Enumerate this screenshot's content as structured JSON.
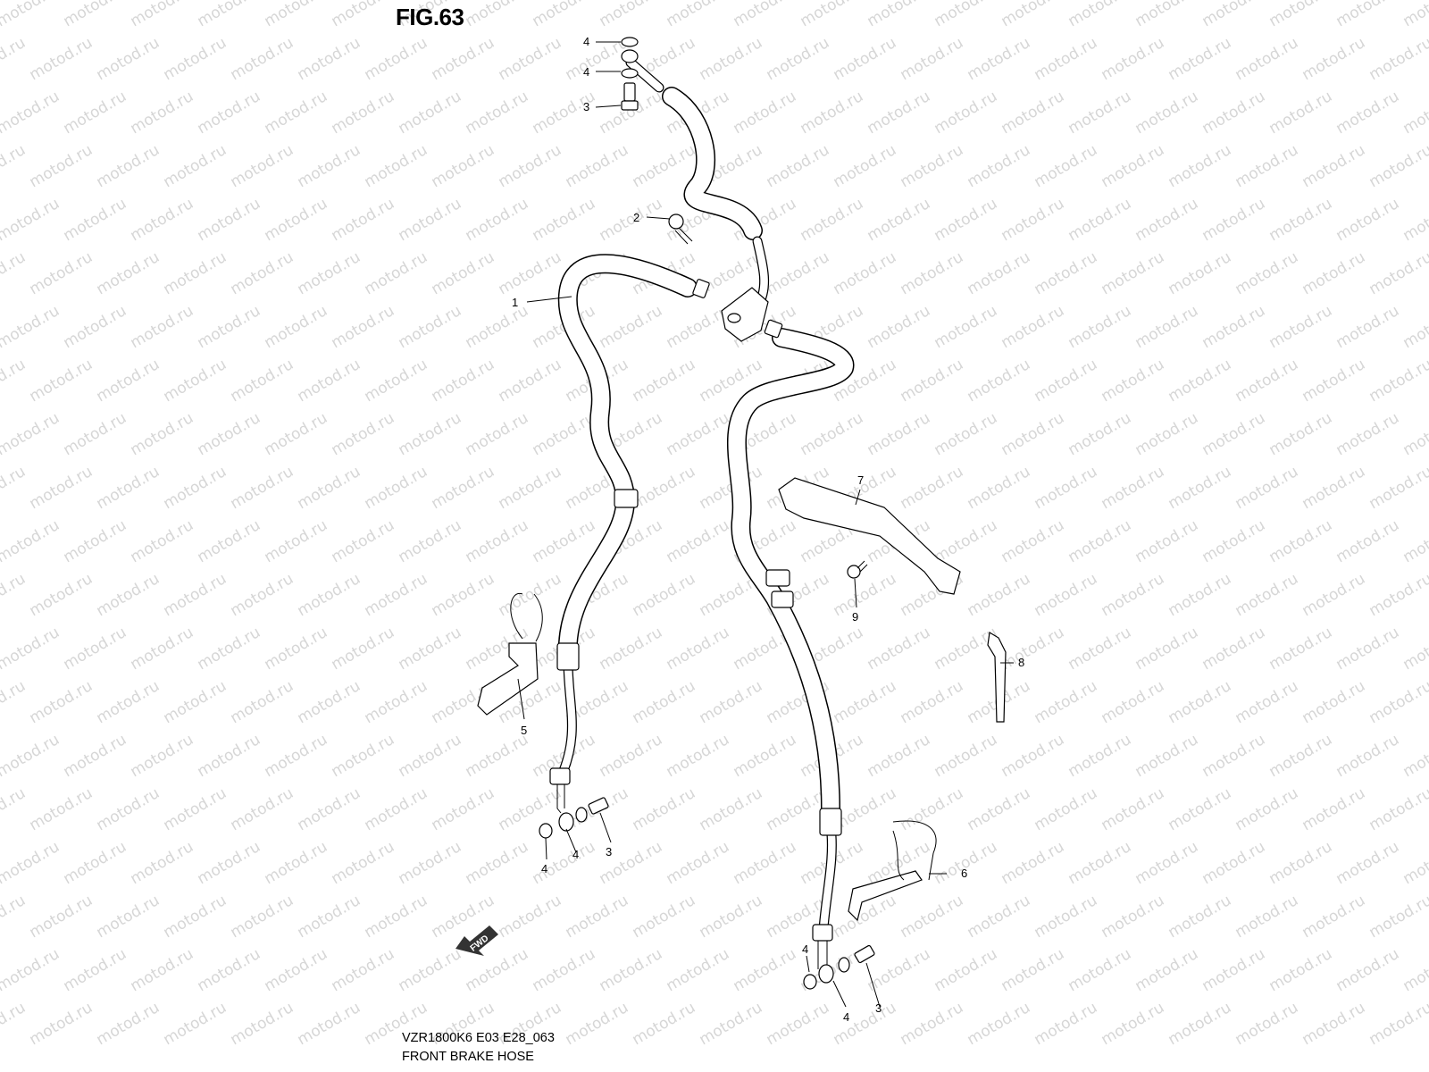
{
  "figure_title": "FIG.63",
  "caption": {
    "model_code": "VZR1800K6 E03 E28_063",
    "title": "FRONT BRAKE HOSE"
  },
  "watermark": "motod.ru",
  "fwd_label": "FWD",
  "callouts": [
    "1",
    "2",
    "3",
    "3",
    "3",
    "4",
    "4",
    "4",
    "4",
    "4",
    "4",
    "5",
    "6",
    "7",
    "8",
    "9"
  ]
}
